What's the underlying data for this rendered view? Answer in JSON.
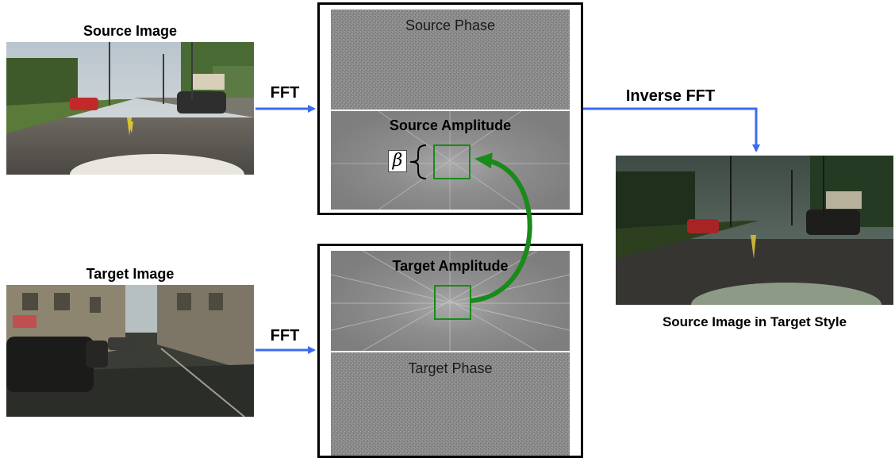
{
  "source_image": {
    "label": "Source Image"
  },
  "target_image": {
    "label": "Target Image"
  },
  "result_image": {
    "label": "Source Image in Target Style"
  },
  "arrows": {
    "fft_top": "FFT",
    "fft_bottom": "FFT",
    "inverse_fft": "Inverse FFT"
  },
  "source_panel": {
    "phase_title": "Source Phase",
    "amplitude_title": "Source Amplitude",
    "beta_symbol": "β"
  },
  "target_panel": {
    "amplitude_title": "Target Amplitude",
    "phase_title": "Target Phase"
  },
  "colors": {
    "arrow_blue": "#3b6cf0",
    "swap_green": "#1a8a1a",
    "panel_border": "#000000"
  }
}
